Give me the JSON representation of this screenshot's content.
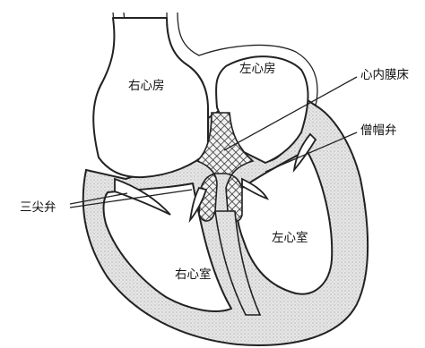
{
  "labels": {
    "right_atrium": "右心房",
    "left_atrium": "左心房",
    "endocardial_cushion": "心内膜床",
    "mitral_valve": "僧帽弁",
    "tricuspid_valve": "三尖弁",
    "left_ventricle": "左心室",
    "right_ventricle": "右心室"
  }
}
